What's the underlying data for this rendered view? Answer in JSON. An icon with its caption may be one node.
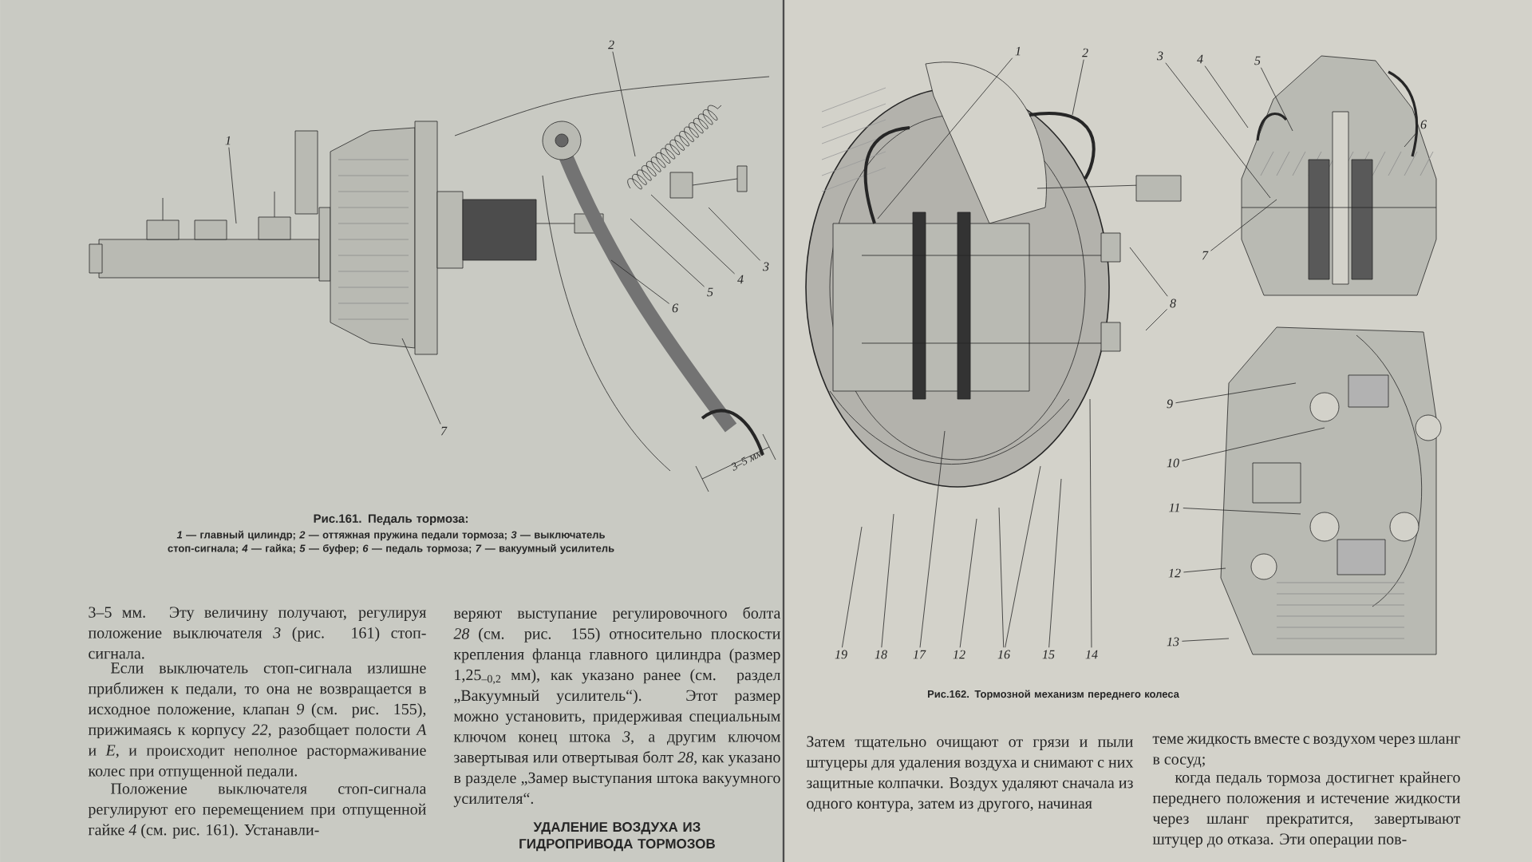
{
  "diagram": {
    "nodes": [
      {
        "text": [
          "1"
        ]
      },
      {
        "text": [
          "2"
        ]
      },
      {
        "text": [
          "3"
        ]
      },
      {
        "text": [
          "4"
        ]
      },
      {
        "text": [
          "5"
        ]
      },
      {
        "text": [
          "6"
        ]
      },
      {
        "text": [
          "7"
        ]
      },
      {
        "text": [
          "1"
        ]
      },
      {
        "text": [
          "2"
        ]
      },
      {
        "text": [
          "3"
        ]
      },
      {
        "text": [
          "4"
        ]
      },
      {
        "text": [
          "5"
        ]
      },
      {
        "text": [
          "6"
        ]
      },
      {
        "text": [
          "7"
        ]
      },
      {
        "text": [
          "8"
        ]
      },
      {
        "text": [
          "9"
        ]
      },
      {
        "text": [
          "10"
        ]
      },
      {
        "text": [
          "11"
        ]
      },
      {
        "text": [
          "12"
        ]
      },
      {
        "text": [
          "13"
        ]
      },
      {
        "text": [
          "19"
        ]
      },
      {
        "text": [
          "18"
        ]
      },
      {
        "text": [
          "17"
        ]
      },
      {
        "text": [
          "12"
        ]
      },
      {
        "text": [
          "16"
        ]
      },
      {
        "text": [
          "15"
        ]
      },
      {
        "text": [
          "14"
        ]
      }
    ],
    "edges": [
      {
        "from": 0,
        "to": null,
        "arrow": "none"
      },
      {
        "from": 1,
        "to": null,
        "arrow": "none"
      },
      {
        "from": 2,
        "to": null,
        "arrow": "none"
      },
      {
        "from": 3,
        "to": null,
        "arrow": "none"
      },
      {
        "from": 4,
        "to": null,
        "arrow": "none"
      },
      {
        "from": 5,
        "to": null,
        "arrow": "none"
      },
      {
        "from": 6,
        "to": null,
        "arrow": "none"
      },
      {
        "from": 7,
        "to": null,
        "arrow": "none"
      },
      {
        "from": 8,
        "to": null,
        "arrow": "none"
      },
      {
        "from": 9,
        "to": null,
        "arrow": "none"
      },
      {
        "from": 10,
        "to": null,
        "arrow": "none"
      },
      {
        "from": 11,
        "to": null,
        "arrow": "none"
      },
      {
        "from": 12,
        "to": null,
        "arrow": "none"
      },
      {
        "from": 13,
        "to": null,
        "arrow": "none"
      },
      {
        "from": 14,
        "to": null,
        "arrow": "none"
      },
      {
        "from": 14,
        "to": null,
        "arrow": "none"
      },
      {
        "from": 15,
        "to": null,
        "arrow": "none"
      },
      {
        "from": 16,
        "to": null,
        "arrow": "none"
      },
      {
        "from": 17,
        "to": null,
        "arrow": "none"
      },
      {
        "from": 18,
        "to": null,
        "arrow": "none"
      },
      {
        "from": 19,
        "to": null,
        "arrow": "none"
      },
      {
        "from": 20,
        "to": null,
        "arrow": "none"
      },
      {
        "from": 21,
        "to": null,
        "arrow": "none"
      },
      {
        "from": 22,
        "to": null,
        "arrow": "none"
      },
      {
        "from": 23,
        "to": null,
        "arrow": "none"
      },
      {
        "from": 24,
        "to": null,
        "arrow": "none"
      },
      {
        "from": 24,
        "to": null,
        "arrow": "none"
      },
      {
        "from": 25,
        "to": null,
        "arrow": "none"
      },
      {
        "from": 26,
        "to": null,
        "arrow": "none"
      }
    ],
    "labels": [
      "3–5 мм",
      "Рис.161. Педаль тормоза:",
      "*1* — главный цилиндр; *2* — оттяжная пружина педали тормоза; *3* — выключатель стоп-сигнала; *4* — гайка; *5* — буфер; *6* — педаль тормоза; *7* — вакуумный усилитель",
      "3–5 мм. Эту величину получают, регулируя положение выключателя *3* (рис. 161) стоп-сигнала.",
      "Если выключатель стоп-сигнала излишне приближен к педали, то она не возвращается в исходное положение, клапан *9* (см. рис. 155), прижимаясь к корпусу *22*, разобщает полости *А* и *Е*, и происходит неполное растормаживание колес при отпущенной педали.",
      "Положение выключателя стоп-сигнала регулируют его перемещением при отпущенной гайке *4* (см. рис. 161). Устанавли-",
      "веряют выступание регулировочного болта *28* (см. рис. 155) относительно плоскости крепления фланца главного цилиндра (размер 1,25$_{–0,2}$ мм), как указано ранее (см. раздел „Вакуумный усилитель“). Этот размер можно установить, придерживая специальным ключом конец штока *3*, а другим ключом завертывая или отвертывая болт *28*, как указано в разделе „Замер выступания штока вакуумного усилителя“.",
      "УДАЛЕНИЕ ВОЗДУХА ИЗ ГИДРОПРИВОДА ТОРМОЗОВ",
      "Рис.162. Тормозной механизм переднего колеса",
      "Затем тщательно очищают от грязи и пыли штуцеры для удаления воздуха и снимают с них защитные колпачки. Воздух удаляют сначала из одного контура, затем из другого, начиная",
      "теме жидкость вместе с воздухом через шланг в сосуд;",
      "когда педаль тормоза достигнет крайнего переднего положения и истечение жидкости через шланг прекратится, завертывают штуцер до отказа. Эти операции пов-"
    ]
  }
}
